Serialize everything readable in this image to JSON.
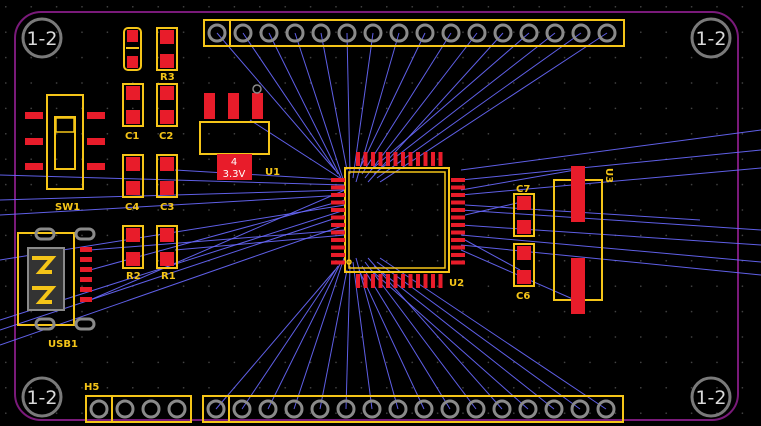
{
  "board": {
    "colors": {
      "background": "#000000",
      "grid_dot": "#4a4a4a",
      "outline": "#7a1a7a",
      "silkscreen": "#f5c518",
      "copper_pad": "#e81c2a",
      "ratsnest": "#6a6aff",
      "mount_hole": "#7a7a7a",
      "hole_text": "#d9d9d9"
    }
  },
  "mount_holes": [
    {
      "id": "top-left",
      "label": "1-2"
    },
    {
      "id": "top-right",
      "label": "1-2"
    },
    {
      "id": "bottom-left",
      "label": "1-2"
    },
    {
      "id": "bottom-right",
      "label": "1-2"
    }
  ],
  "components": {
    "r3": "R3",
    "c1": "C1",
    "c2": "C2",
    "c4": "C4",
    "c3": "C3",
    "r2": "R2",
    "r1": "R1",
    "sw1": "SW1",
    "usb1": "USB1",
    "u1": "U1",
    "u1_pin_number": "4",
    "u1_value": "3.3V",
    "u2": "U2",
    "u3": "U3",
    "c7": "C7",
    "c6": "C6",
    "h5": "H5"
  },
  "header_top_pins": 16,
  "header_bottom_pins": 16,
  "header_h5_pins": 4
}
